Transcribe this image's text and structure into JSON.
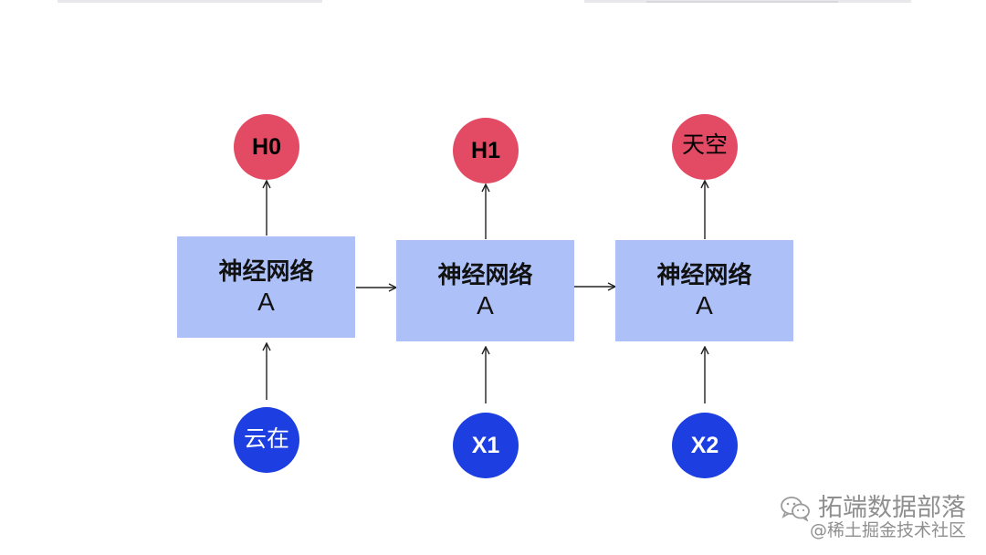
{
  "diagram": {
    "blocks": [
      {
        "title": "神经网络",
        "sub": "A"
      },
      {
        "title": "神经网络",
        "sub": "A"
      },
      {
        "title": "神经网络",
        "sub": "A"
      }
    ],
    "outputs": [
      "H0",
      "H1",
      "天空"
    ],
    "inputs": [
      "云在",
      "X1",
      "X2"
    ]
  },
  "colors": {
    "block": "#adc1f8",
    "output": "#e34b64",
    "input": "#1d3ee0"
  },
  "watermark": {
    "icon": "wechat-icon",
    "main": "拓端数据部落",
    "sub": "@稀土掘金技术社区"
  }
}
